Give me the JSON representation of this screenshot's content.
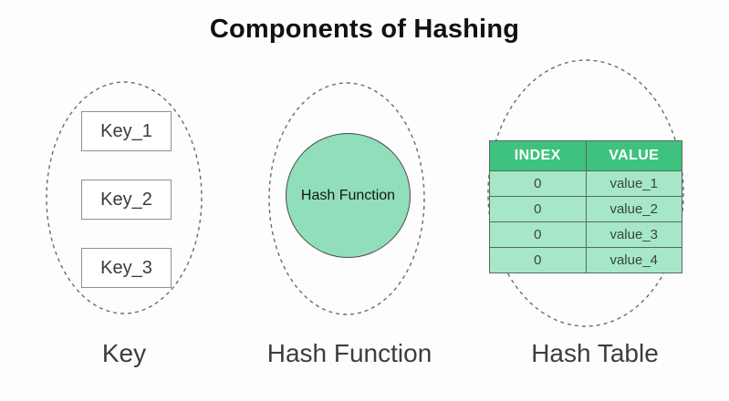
{
  "title": "Components of Hashing",
  "colors": {
    "table_header_green": "#3ec27d",
    "table_row_green": "#a6e7c8",
    "circle_green": "#90dfba",
    "dashed_outline_gray": "#6b6b6b",
    "label_gray": "#3d3d3d"
  },
  "key_group": {
    "label": "Key",
    "items": [
      "Key_1",
      "Key_2",
      "Key_3"
    ]
  },
  "hash_function_group": {
    "label": "Hash Function",
    "circle_label": "Hash Function"
  },
  "hash_table_group": {
    "label": "Hash Table",
    "table": {
      "headers": [
        "INDEX",
        "VALUE"
      ],
      "rows": [
        {
          "index": "0",
          "value": "value_1"
        },
        {
          "index": "0",
          "value": "value_2"
        },
        {
          "index": "0",
          "value": "value_3"
        },
        {
          "index": "0",
          "value": "value_4"
        }
      ]
    }
  }
}
